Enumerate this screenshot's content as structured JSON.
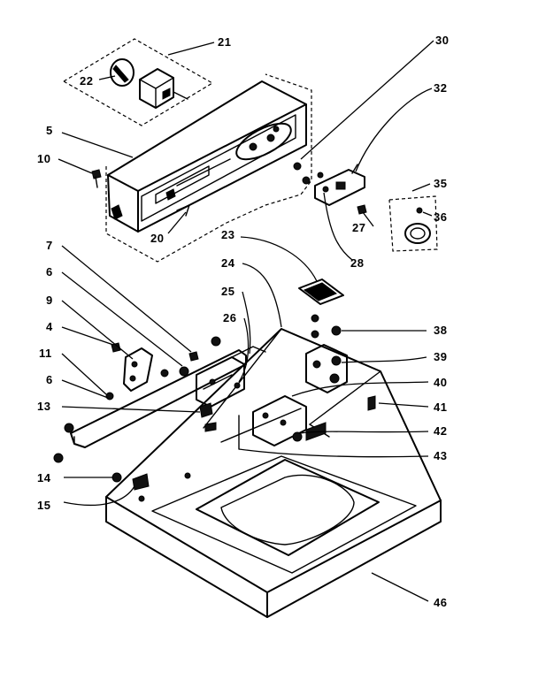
{
  "callouts": {
    "c4": "4",
    "c5": "5",
    "c6a": "6",
    "c6b": "6",
    "c7": "7",
    "c9": "9",
    "c10": "10",
    "c11": "11",
    "c13": "13",
    "c14": "14",
    "c15": "15",
    "c20": "20",
    "c21": "21",
    "c22": "22",
    "c23": "23",
    "c24": "24",
    "c25": "25",
    "c26": "26",
    "c27": "27",
    "c28": "28",
    "c30": "30",
    "c32": "32",
    "c35": "35",
    "c36": "36",
    "c38": "38",
    "c39": "39",
    "c40": "40",
    "c41": "41",
    "c42": "42",
    "c43": "43",
    "c46": "46"
  }
}
